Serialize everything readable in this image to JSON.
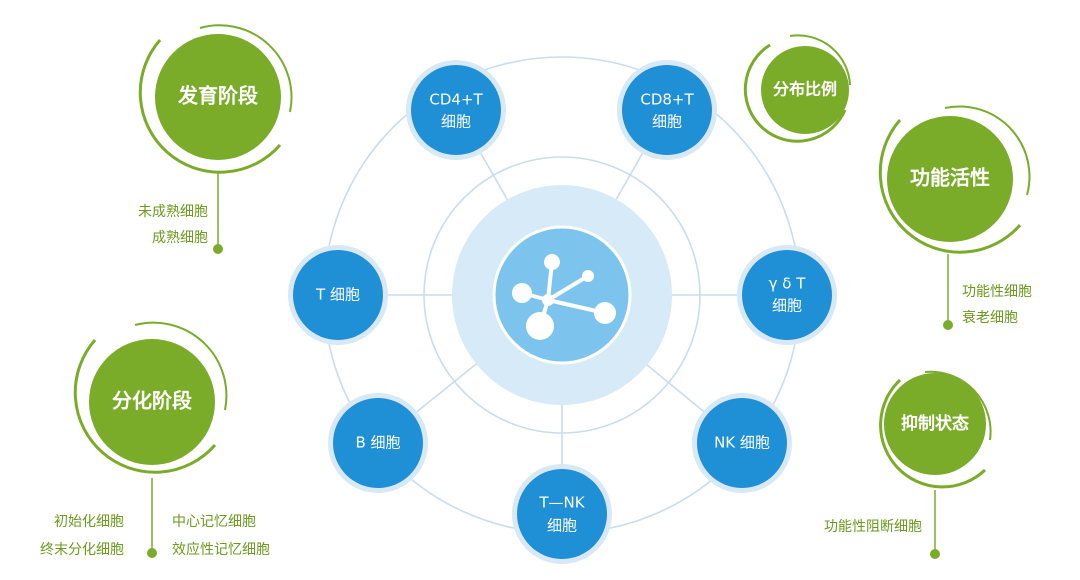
{
  "colors": {
    "green": "#7aac2a",
    "green_label": "#6b9a1e",
    "blue": "#1f8fd6",
    "blue_border": "#d8e8f4",
    "hub_inner": "#7cc4ee",
    "hub_halo": "#d6eaf8",
    "ring": "#c9ddec"
  },
  "center": {
    "icon": "molecule-network-icon"
  },
  "cell_types": [
    {
      "id": "cd4",
      "lines": [
        "CD4+T",
        "细胞"
      ]
    },
    {
      "id": "cd8",
      "lines": [
        "CD8+T",
        "细胞"
      ]
    },
    {
      "id": "gdt",
      "lines": [
        "γ δ T",
        "细胞"
      ]
    },
    {
      "id": "nk",
      "lines": [
        "NK 细胞"
      ]
    },
    {
      "id": "tnk",
      "lines": [
        "T—NK",
        "细胞"
      ]
    },
    {
      "id": "b",
      "lines": [
        "B 细胞"
      ]
    },
    {
      "id": "t",
      "lines": [
        "T 细胞"
      ]
    }
  ],
  "categories": [
    {
      "id": "development",
      "title": "发育阶段",
      "items": [
        "未成熟细胞",
        "成熟细胞"
      ]
    },
    {
      "id": "differentiation",
      "title": "分化阶段",
      "items_left": [
        "初始化细胞",
        "终末分化细胞"
      ],
      "items_right": [
        "中心记忆细胞",
        "效应性记忆细胞"
      ]
    },
    {
      "id": "distribution",
      "title": "分布比例",
      "items": []
    },
    {
      "id": "function",
      "title": "功能活性",
      "items": [
        "功能性细胞",
        "衰老细胞"
      ]
    },
    {
      "id": "suppression",
      "title": "抑制状态",
      "items": [
        "功能性阻断细胞"
      ]
    }
  ]
}
